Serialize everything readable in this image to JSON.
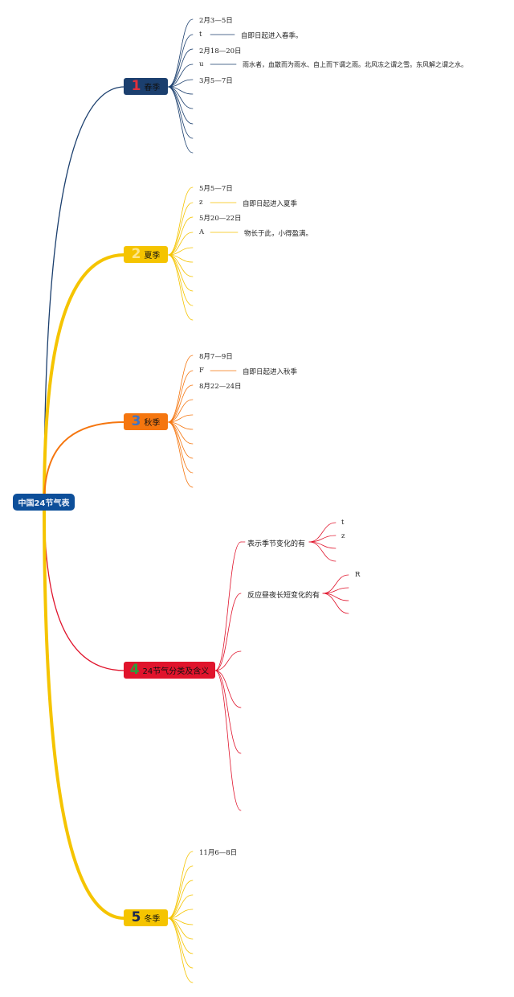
{
  "root": {
    "label": "中国24节气表",
    "color": "#0d4f9a"
  },
  "branches": [
    {
      "num": "1",
      "label": "春季",
      "color": "#1b3f6e",
      "num_color": "#e0303c"
    },
    {
      "num": "2",
      "label": "夏季",
      "color": "#f5c400",
      "num_color": "#fde58a"
    },
    {
      "num": "3",
      "label": "秋季",
      "color": "#f5760f",
      "num_color": "#3f74c4"
    },
    {
      "num": "4",
      "label": "24节气分类及含义",
      "color": "#e0142c",
      "num_color": "#2e9b3a"
    },
    {
      "num": "5",
      "label": "冬季",
      "color": "#f5c400",
      "num_color": "#1b2550"
    }
  ],
  "spring": {
    "items": [
      {
        "text": "2月3—5日"
      },
      {
        "text": "t",
        "desc": "自即日起进入春季。"
      },
      {
        "text": "2月18—20日"
      },
      {
        "text": "u",
        "desc": "雨水者，血散而为雨水、自上而下谓之雨。北风冻之谓之雪。东风解之谓之水。"
      },
      {
        "text": "3月5—7日"
      }
    ]
  },
  "summer": {
    "items": [
      {
        "text": "5月5—7日"
      },
      {
        "text": "z",
        "desc": "自即日起进入夏季"
      },
      {
        "text": "5月20—22日"
      },
      {
        "text": "A",
        "desc": "物长于此，小得盈满。"
      }
    ]
  },
  "autumn": {
    "items": [
      {
        "text": "8月7—9日"
      },
      {
        "text": "F",
        "desc": "自即日起进入秋季"
      },
      {
        "text": "8月22—24日"
      }
    ]
  },
  "classification": {
    "subs": [
      {
        "label": "表示季节变化的有",
        "leaves": [
          "t",
          "z"
        ]
      },
      {
        "label": "反应昼夜长短变化的有",
        "leaves": [
          "R"
        ]
      }
    ]
  },
  "winter": {
    "items": [
      {
        "text": "11月6—8日"
      }
    ]
  }
}
